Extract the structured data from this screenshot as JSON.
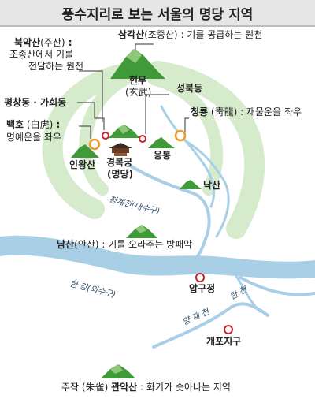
{
  "title": "풍수지리로 보는 서울의 명당 지역",
  "labels": {
    "samgaksan_name": "삼각산",
    "samgaksan_sub": "(조종산)",
    "samgaksan_desc": ": 기를 공급하는 원천",
    "bugaksan_name": "북악산",
    "bugaksan_sub": "(주산)",
    "bugaksan_colon": " :",
    "bugaksan_desc1": "조종산에서 기를",
    "bugaksan_desc2": "전달하는 원천",
    "hyeonmu": "현무",
    "hyeonmu_hanja": "(玄武)",
    "seongbuk": "성북동",
    "pyeongchang": "평창동 · 가회동",
    "cheongnyong_name": "청룡",
    "cheongnyong_hanja": " (靑龍)",
    "cheongnyong_desc": ": 재물운을 좌우",
    "baekho_name": "백호",
    "baekho_hanja": " (白虎)",
    "baekho_colon": " :",
    "baekho_desc": "명예운을 좌우",
    "inwangsan": "인왕산",
    "gyeongbokgung": "경복궁",
    "myeongdang": "(명당)",
    "eungbong": "응봉",
    "naksan": "낙산",
    "cheonggyecheon": "청계천(내수구)",
    "namsan_name": "남산",
    "namsan_sub": "(안산)",
    "namsan_desc": ":  기를 오라주는 방패막",
    "hangang": "한 강(외수구)",
    "apgujeong": "압구정",
    "tancheon": "탄 천",
    "yangjaecheon": "양 재 천",
    "gaepojigu": "개포지구",
    "gwanaksan_pre": "주작 (朱雀)",
    "gwanaksan_name": "관악산",
    "gwanaksan_desc": ":  화기가 솟아나는 지역"
  },
  "colors": {
    "mountain": "#3f9a37",
    "mountain_light": "#8fc77a",
    "energy_flow": "#d6ebcc",
    "river": "#a9cfe6",
    "marker_red": "#c8242c",
    "marker_orange": "#ef9b2a"
  }
}
